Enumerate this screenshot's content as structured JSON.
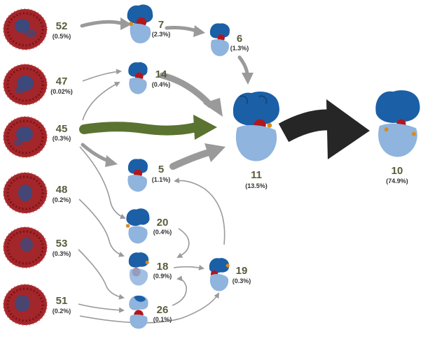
{
  "colors": {
    "unfolded_red": "#a3262a",
    "unfolded_blue": "#2c4f8a",
    "domain_dark": "#1b5fa6",
    "domain_light": "#8fb4dd",
    "core_red": "#b3161b",
    "orange": "#d98a1c",
    "arrow_gray": "#9a9a9a",
    "arrow_green": "#5a7330",
    "arrow_black": "#262626"
  },
  "nodes": {
    "n52": {
      "num": "52",
      "pct": "(0.5%)"
    },
    "n47": {
      "num": "47",
      "pct": "(0.02%)"
    },
    "n45": {
      "num": "45",
      "pct": "(0.3%)"
    },
    "n48": {
      "num": "48",
      "pct": "(0.2%)"
    },
    "n53": {
      "num": "53",
      "pct": "(0.3%)"
    },
    "n51": {
      "num": "51",
      "pct": "(0.2%)"
    },
    "n7": {
      "num": "7",
      "pct": "(2.3%)"
    },
    "n6": {
      "num": "6",
      "pct": "(1.3%)"
    },
    "n14": {
      "num": "14",
      "pct": "(0.4%)"
    },
    "n5": {
      "num": "5",
      "pct": "(1.1%)"
    },
    "n20": {
      "num": "20",
      "pct": "(0.4%)"
    },
    "n18": {
      "num": "18",
      "pct": "(0.9%)"
    },
    "n26": {
      "num": "26",
      "pct": "(0.1%)"
    },
    "n19": {
      "num": "19",
      "pct": "(0.3%)"
    },
    "n11": {
      "num": "11",
      "pct": "(13.5%)"
    },
    "n10": {
      "num": "10",
      "pct": "(74.9%)"
    }
  }
}
